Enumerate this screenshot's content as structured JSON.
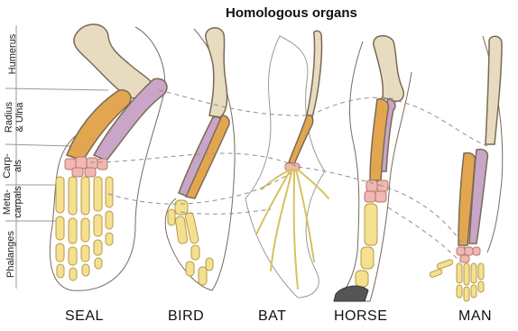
{
  "title": "Homologous organs",
  "bone_labels": {
    "humerus": "Humerus",
    "radius_ulna_line1": "Radius",
    "radius_ulna_line2": "& Ulna",
    "carpals_line1": "Carp-",
    "carpals_line2": "als",
    "metacarpals_line1": "Meta-",
    "metacarpals_line2": "carpals",
    "phalanges": "Phalanges"
  },
  "animals": {
    "seal": "SEAL",
    "bird": "BIRD",
    "bat": "BAT",
    "horse": "HORSE",
    "man": "MAN"
  },
  "colors": {
    "humerus": "#e8dcc0",
    "radius": "#e3a650",
    "ulna": "#c9a6c7",
    "carpals": "#f2b7b0",
    "metacarpals_phalanges": "#f4e08e",
    "outline": "#7a6a55",
    "dashed": "#8f8f8f",
    "hoof": "#555555"
  }
}
